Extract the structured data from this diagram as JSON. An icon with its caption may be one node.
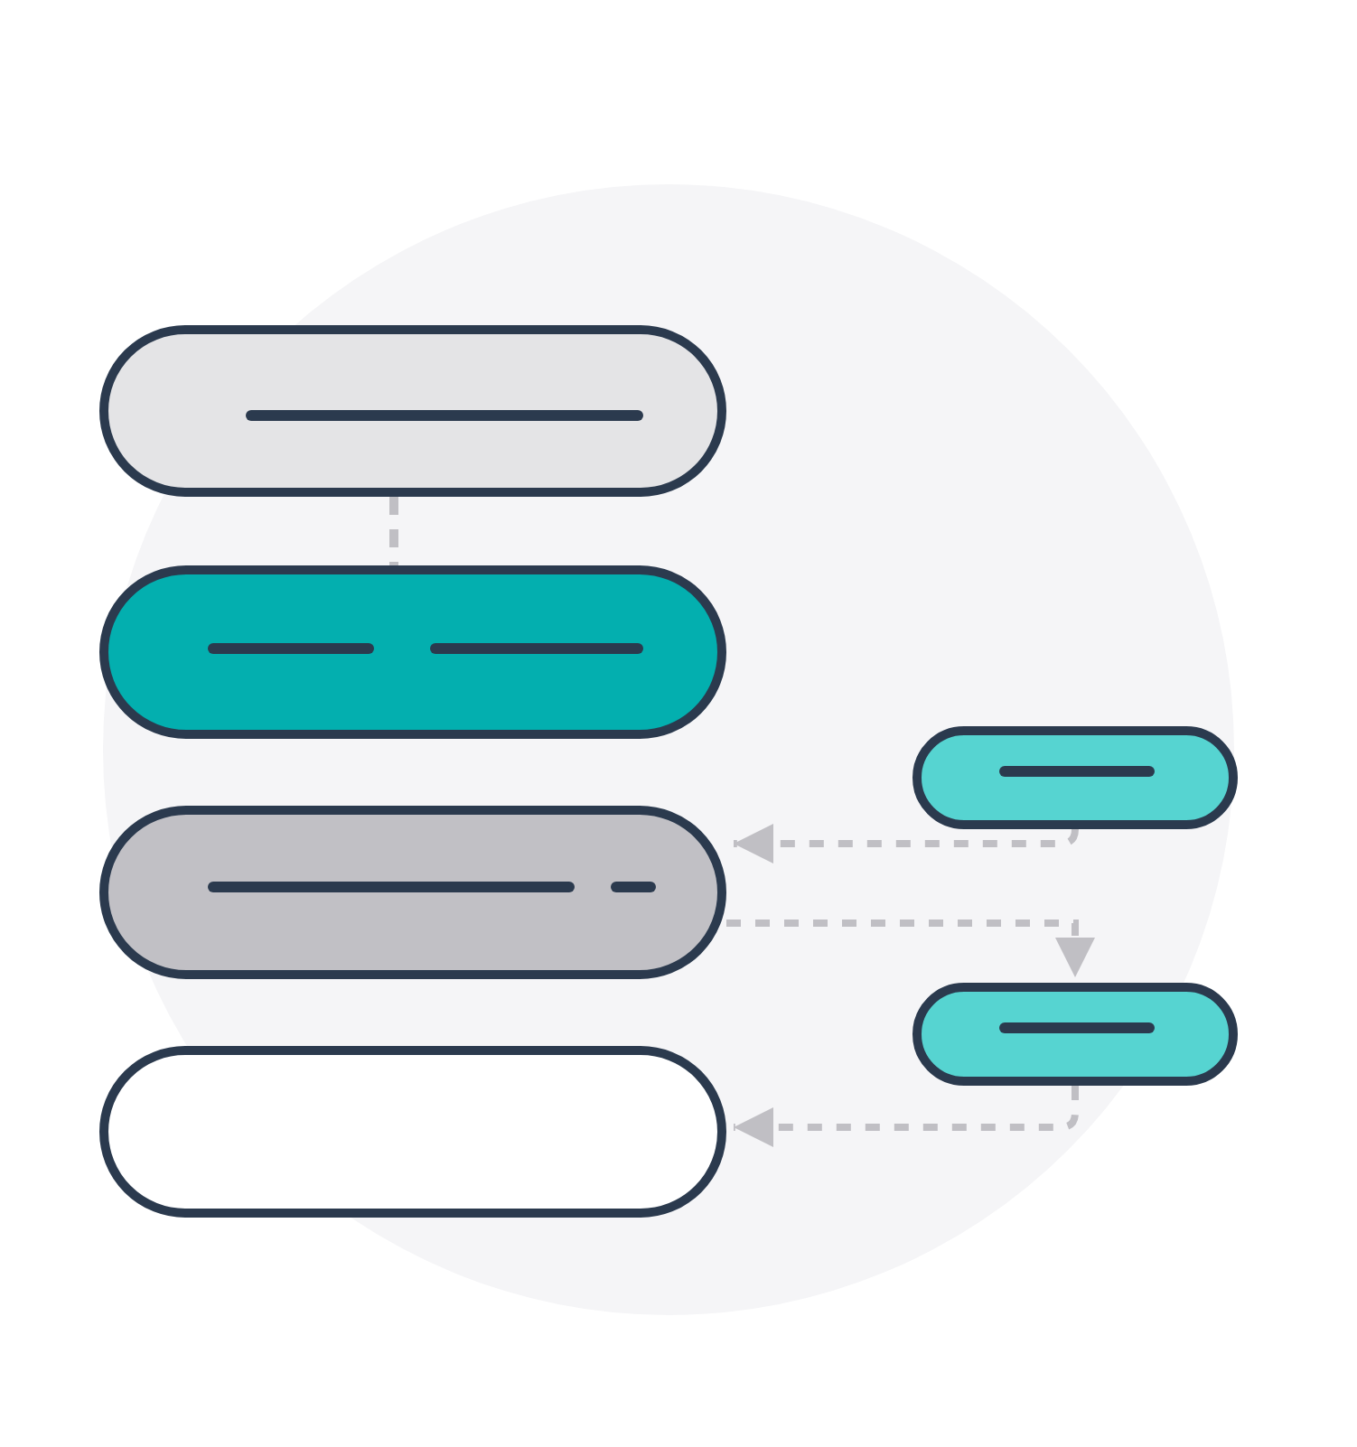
{
  "diagram": {
    "nodes": [
      {
        "text": [],
        "shape": "pill"
      },
      {
        "text": [],
        "shape": "pill"
      },
      {
        "text": [],
        "shape": "pill"
      },
      {
        "text": [],
        "shape": "pill"
      },
      {
        "text": [],
        "shape": "pill"
      },
      {
        "text": [],
        "shape": "pill"
      }
    ],
    "edges": [
      {
        "from": 0,
        "to": 1,
        "arrow": "none",
        "style": "dashed"
      },
      {
        "from": 4,
        "to": 2,
        "arrow": "to",
        "style": "dashed"
      },
      {
        "from": 2,
        "to": 5,
        "arrow": "to",
        "style": "dashed"
      },
      {
        "from": 5,
        "to": 3,
        "arrow": "to",
        "style": "dashed"
      }
    ]
  }
}
